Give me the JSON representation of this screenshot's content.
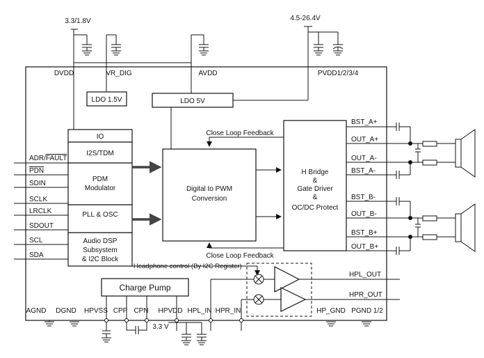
{
  "supplies": {
    "io_supply": "3.3/1.8V",
    "pvdd_supply": "4.5-26.4V",
    "hp_supply": "3.3 V"
  },
  "pins": {
    "dvdd": "DVDD",
    "vr_dig": "VR_DIG",
    "avdd": "AVDD",
    "pvdd": "PVDD1/2/3/4",
    "adr_fault": "ADR/",
    "fault": "FAULT",
    "pdn": "PDN",
    "sdin": "SDIN",
    "sclk": "SCLK",
    "lrclk": "LRCLK",
    "sdout": "SDOUT",
    "scl": "SCL",
    "sda": "SDA",
    "agnd": "AGND",
    "dgnd": "DGND",
    "hpvss": "HPVSS",
    "cpp": "CPP",
    "cpn": "CPN",
    "hpvdd": "HPVDD",
    "hpl_in": "HPL_IN",
    "hpr_in": "HPR_IN",
    "hp_gnd": "HP_GND",
    "pgnd": "PGND 1/2",
    "hpl_out": "HPL_OUT",
    "hpr_out": "HPR_OUT",
    "bst_a_plus": "BST_A+",
    "out_a_plus": "OUT_A+",
    "out_a_minus": "OUT_A-",
    "bst_a_minus": "BST_A-",
    "bst_b_minus": "BST_B-",
    "out_b_minus": "OUT_B-",
    "bst_b_plus": "BST_B+",
    "out_b_plus": "OUT_B+"
  },
  "blocks": {
    "ldo_15": "LDO 1.5V",
    "ldo_5": "LDO 5V",
    "io": "IO",
    "i2s": "I2S/TDM",
    "pdm_1": "PDM",
    "pdm_2": "Modulator",
    "pll": "PLL & OSC",
    "dsp_1": "Audio DSP",
    "dsp_2": "Subsystem",
    "dsp_3": "& I2C Block",
    "pwm_1": "Digital to PWM",
    "pwm_2": "Conversion",
    "hb_1": "H Bridge",
    "hb_2": "&",
    "hb_3": "Gate Driver",
    "hb_4": "&",
    "hb_5": "OC/DC Protect",
    "charge_pump": "Charge Pump"
  },
  "annotations": {
    "feedback_top": "Close Loop Feedback",
    "feedback_bottom": "Close Loop Feedback",
    "hp_control": "Headphone  control (By I2C Register)"
  }
}
